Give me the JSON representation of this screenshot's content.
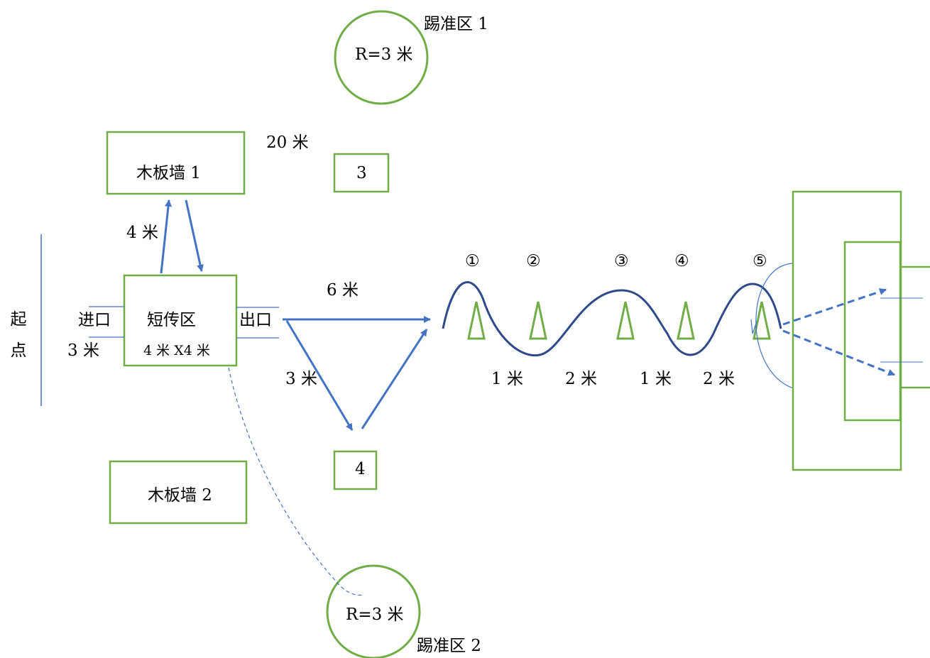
{
  "colors": {
    "green": "#70ad47",
    "blue": "#4472c4",
    "navy": "#2f4a8a"
  },
  "start": {
    "label": "起点"
  },
  "zone_one": {
    "radius_label": "R=3 米",
    "name": "踢准区 1"
  },
  "zone_two": {
    "radius_label": "R=3 米",
    "name": "踢准区 2"
  },
  "wall_one": {
    "label": "木板墙  1"
  },
  "wall_two": {
    "label": "木板墙 2"
  },
  "marker_three": {
    "label": "3"
  },
  "marker_four": {
    "label": "4"
  },
  "pass_zone": {
    "title": "短传区",
    "size": "4 米 X4 米",
    "entry": "进口",
    "exit": "出口"
  },
  "distances": {
    "to_zone_one": "20 米",
    "to_wall": "4 米",
    "entry_width": "3 米",
    "to_dribble": "6 米",
    "to_marker_four": "3 米"
  },
  "cones": {
    "labels": [
      "①",
      "②",
      "③",
      "④",
      "⑤"
    ],
    "gaps": [
      "1 米",
      "2 米",
      "1 米",
      "2 米"
    ]
  }
}
